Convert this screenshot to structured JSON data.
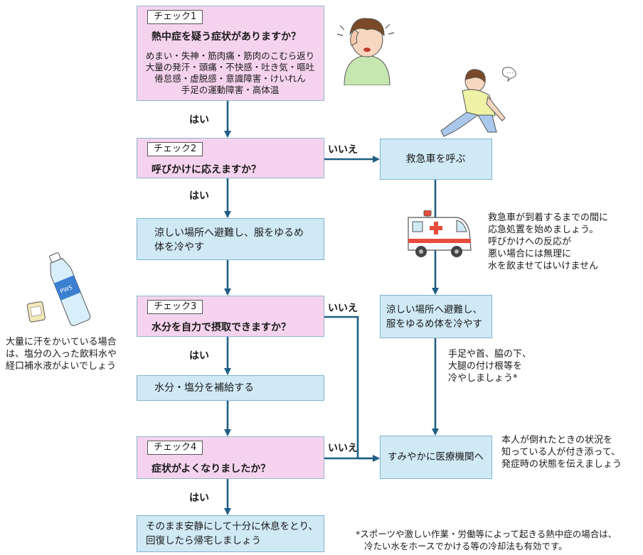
{
  "check1": {
    "tag": "チェック1",
    "question": "熱中症を疑う症状がありますか？",
    "symptoms": [
      "めまい・失神・筋肉痛・筋肉のこむら返り",
      "大量の発汗・頭痛・不快感・吐き気・嘔吐",
      "倦怠感・虚脱感・意識障害・けいれん",
      "手足の運動障害・高体温"
    ]
  },
  "check2": {
    "tag": "チェック2",
    "question": "呼びかけに応えますか？"
  },
  "step_cool": {
    "lines": [
      "涼しい場所へ避難し、服をゆるめ",
      "体を冷やす"
    ]
  },
  "check3": {
    "tag": "チェック3",
    "question": "水分を自力で摂取できますか？"
  },
  "step_hydrate": {
    "text": "水分・塩分を補給する"
  },
  "check4": {
    "tag": "チェック4",
    "question": "症状がよくなりましたか？"
  },
  "final_rest": {
    "lines": [
      "そのまま安静にして十分に休息をとり、",
      "回復したら帰宅しましょう"
    ]
  },
  "ambulance": {
    "text": "救急車を呼ぶ"
  },
  "right_cool": {
    "lines": [
      "涼しい場所へ避難し、",
      "服をゆるめ体を冷やす"
    ]
  },
  "hospital": {
    "text": "すみやかに医療機関へ"
  },
  "labels": {
    "yes": "はい",
    "no": "いいえ"
  },
  "notes": {
    "ambulance_note": [
      "救急車が到着するまでの間に",
      "応急処置を始めましょう。",
      "呼びかけへの反応が",
      "悪い場合には無理に",
      "水を飲ませてはいけません"
    ],
    "cool_note": [
      "手足や首、脇の下、",
      "大腿の付け根等を",
      "冷やしましょう*"
    ],
    "hospital_note": [
      "本人が倒れたときの状況を",
      "知っている人が付き添って、",
      "発症時の状態を伝えましょう"
    ],
    "drink_note": [
      "大量に汗をかいている場合",
      "は、塩分の入った飲料水や",
      "経口補水液がよいでしょう"
    ],
    "footnote": [
      "*スポーツや激しい作業・労働等によって起きる熱中症の場合は、",
      "冷たい水をホースでかける等の冷却法も有効です。"
    ]
  },
  "colors": {
    "check_fill": "#f5d3ee",
    "action_fill": "#cfe9f5",
    "arrow": "#1f5f86"
  }
}
